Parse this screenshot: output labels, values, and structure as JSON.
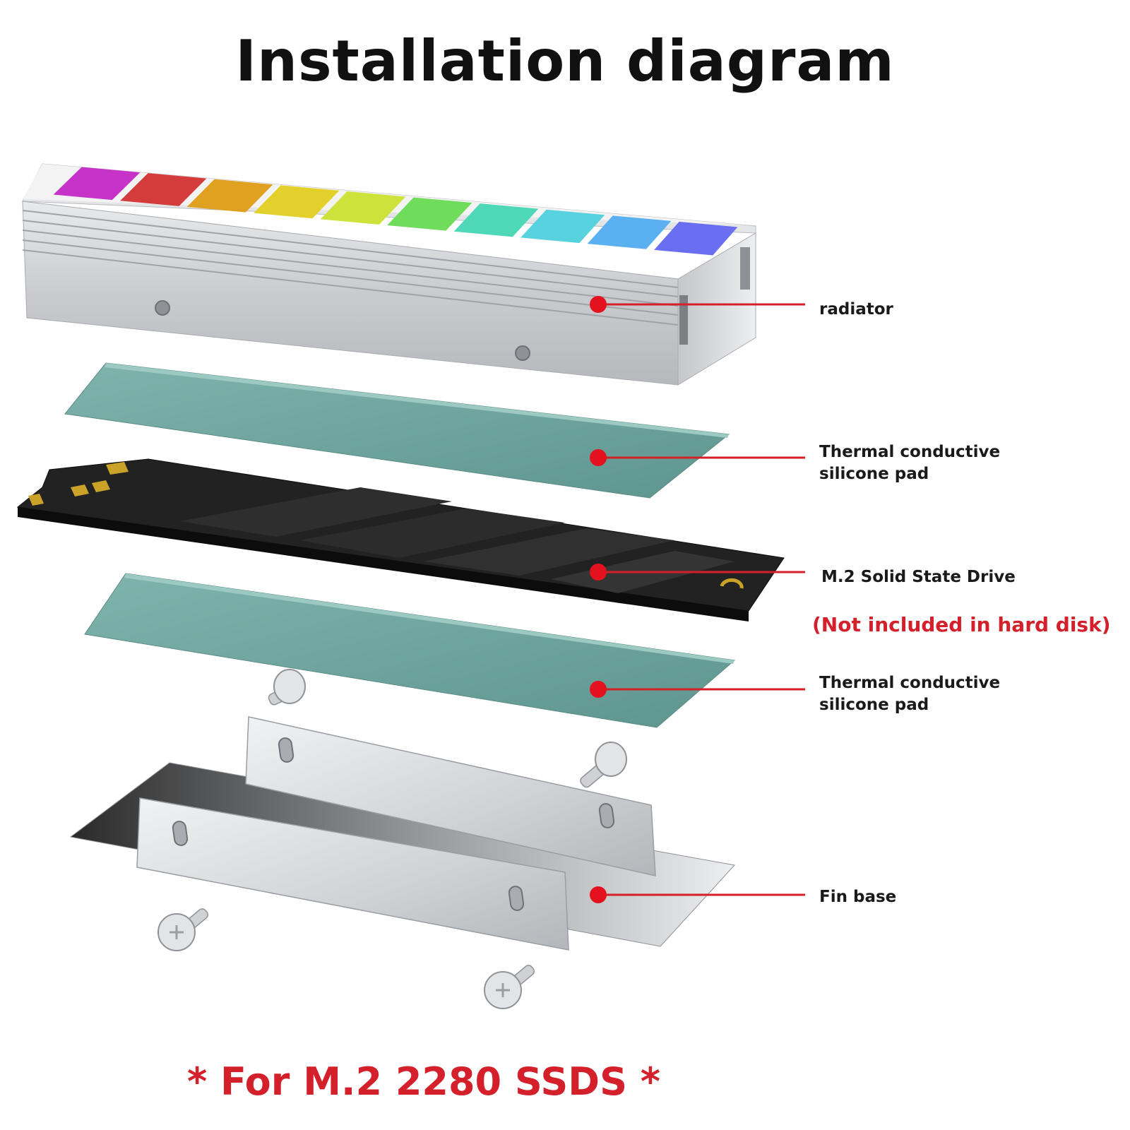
{
  "title": "Installation diagram",
  "labels": {
    "radiator": "radiator",
    "pad_top_line1": "Thermal conductive",
    "pad_top_line2": "silicone pad",
    "ssd": "M.2 Solid State Drive",
    "ssd_note": "(Not included in hard disk)",
    "pad_bottom_line1": "Thermal conductive",
    "pad_bottom_line2": "silicone pad",
    "fin_base": "Fin base"
  },
  "footer": "* For M.2 2280 SSDS *",
  "colors": {
    "accent_red": "#d4202a",
    "pad": "#6fa59f",
    "aluminum": "#d2d4d7",
    "ssd_board": "#1c1c1c",
    "gold_contacts": "#c9a227"
  },
  "rgb_strip": [
    "#c633c9",
    "#d43b3b",
    "#e0a020",
    "#e3d02a",
    "#cde23a",
    "#6fdc5c",
    "#4fd8b8",
    "#59d2e0",
    "#5ab0f0",
    "#6a6ef0"
  ]
}
